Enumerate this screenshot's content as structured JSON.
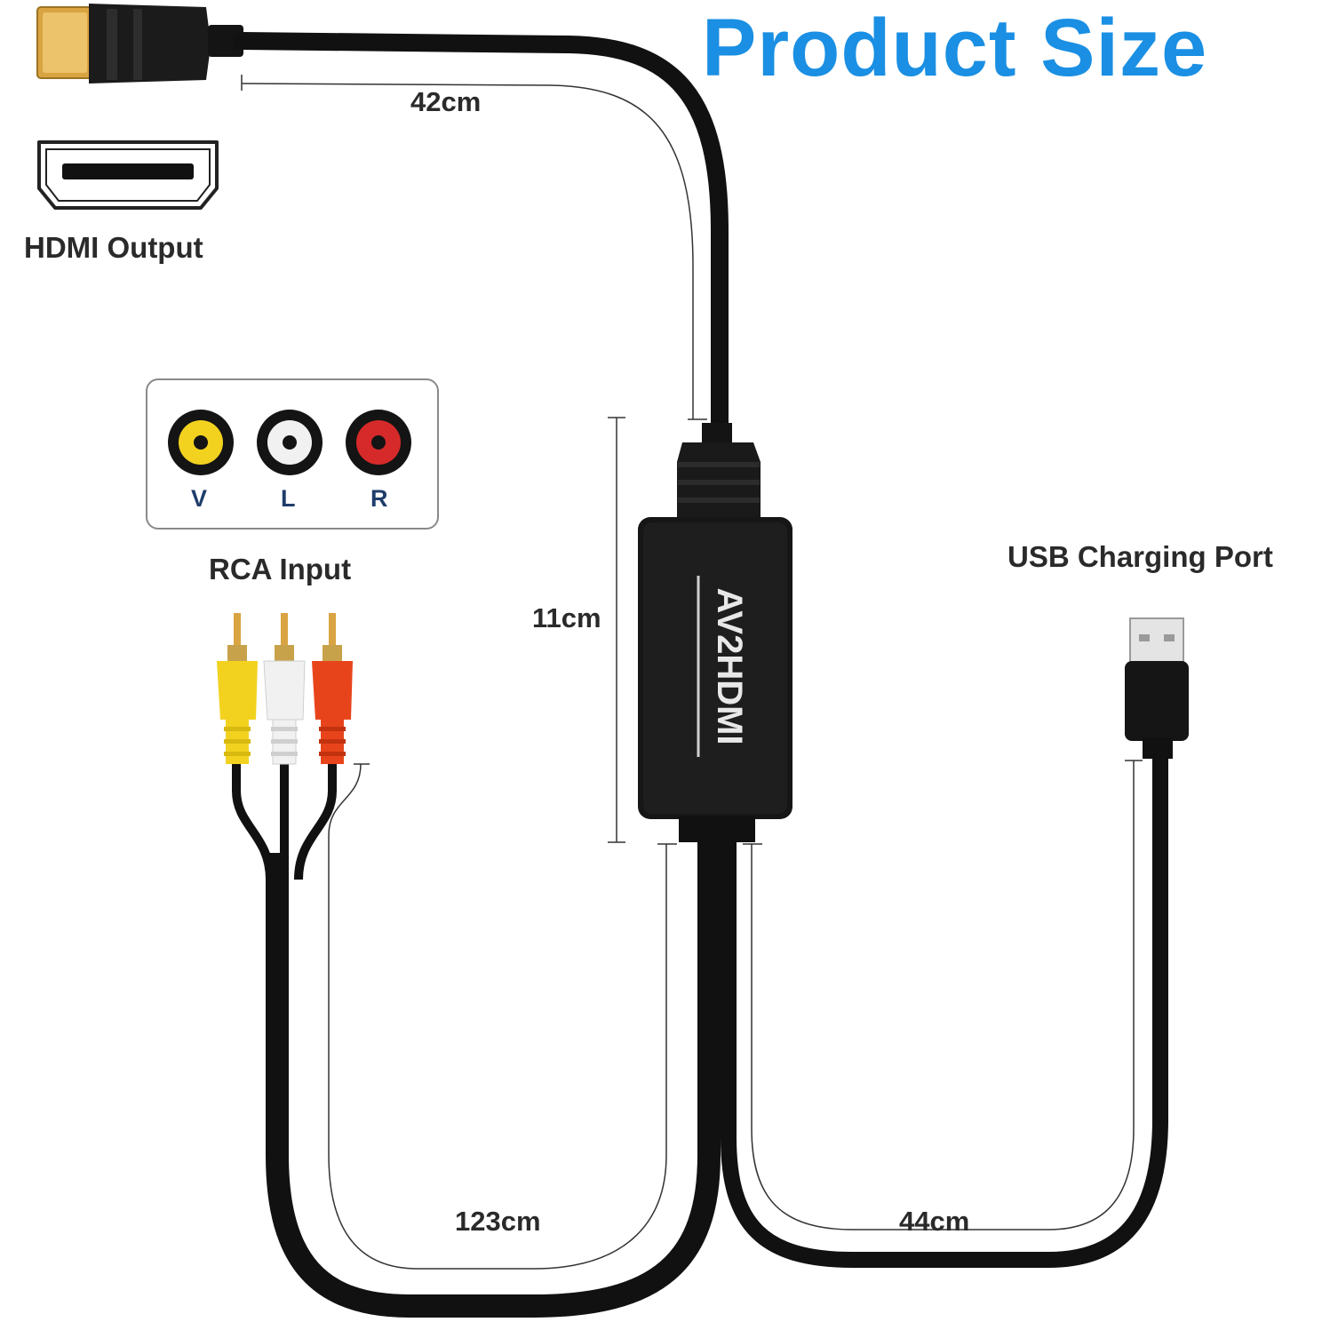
{
  "title": "Product Size",
  "labels": {
    "hdmi_output": "HDMI Output",
    "rca_input": "RCA Input",
    "usb_port": "USB Charging Port"
  },
  "dimensions": {
    "hdmi_cable": "42cm",
    "adapter": "11cm",
    "rca_cable": "123cm",
    "usb_cable": "44cm"
  },
  "rca_jacks": [
    "V",
    "L",
    "R"
  ],
  "device_logo": "AV2HDMI",
  "colors": {
    "title": "#1a8fe3",
    "cable": "#111111",
    "jack_yellow": "#f2d21f",
    "jack_white": "#f1f1f1",
    "jack_red": "#d62a2a",
    "gold": "#d9a441"
  }
}
